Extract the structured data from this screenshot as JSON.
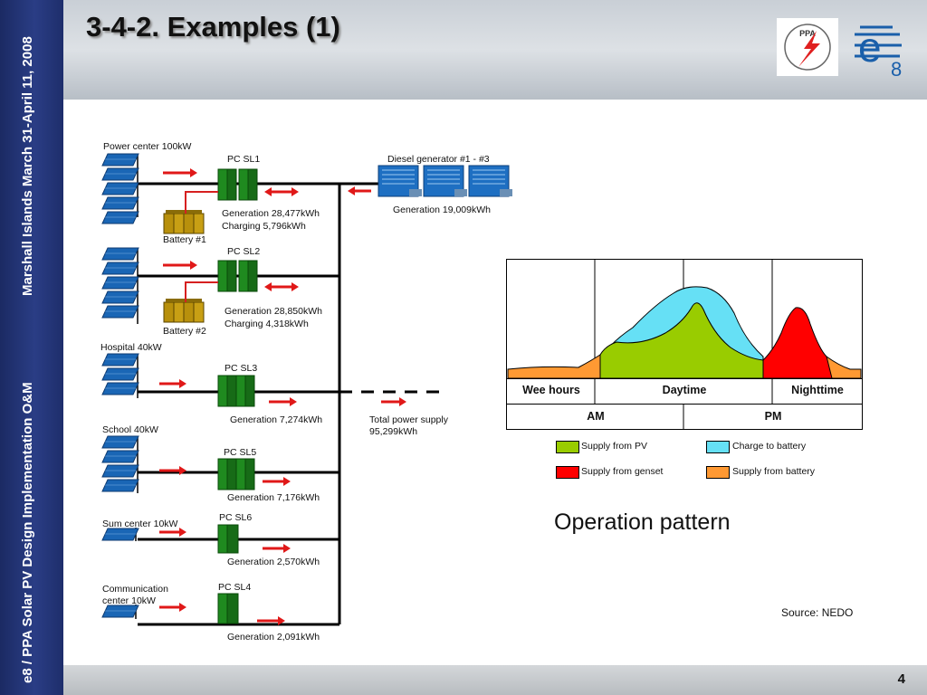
{
  "slide": {
    "title": "3-4-2. Examples (1)",
    "sidebar_top": "Marshall Islands March 31-April 11, 2008",
    "sidebar_bottom": "e8 / PPA Solar PV Design Implementation O&M",
    "page_number": "4",
    "logos": [
      "PPA",
      "e8"
    ]
  },
  "diagram": {
    "sites": [
      {
        "name": "Power center 100kW",
        "pc": "PC SL1",
        "generation": "Generation 28,477kWh",
        "charging": "Charging 5,796kWh",
        "battery": "Battery #1"
      },
      {
        "name": "",
        "pc": "PC SL2",
        "generation": "Generation 28,850kWh",
        "charging": "Charging 4,318kWh",
        "battery": "Battery #2"
      },
      {
        "name": "Hospital 40kW",
        "pc": "PC SL3",
        "generation": "Generation 7,274kWh"
      },
      {
        "name": "School 40kW",
        "pc": "PC SL5",
        "generation": "Generation 7,176kWh"
      },
      {
        "name": "Sum center 10kW",
        "pc": "PC SL6",
        "generation": "Generation 2,570kWh"
      },
      {
        "name": "Communication center 10kW",
        "pc": "PC SL4",
        "generation": "Generation 2,091kWh"
      }
    ],
    "diesel": {
      "label": "Diesel generator #1 - #3",
      "generation": "Generation 19,009kWh"
    },
    "total": {
      "line1": "Total power supply",
      "line2": "95,299kWh"
    }
  },
  "operation": {
    "title": "Operation pattern",
    "periods": [
      "Wee hours",
      "Daytime",
      "Nighttime"
    ],
    "halves": [
      "AM",
      "PM"
    ],
    "legend": [
      {
        "label": "Supply from PV",
        "color": "#99cc00"
      },
      {
        "label": "Charge to battery",
        "color": "#66e0f5"
      },
      {
        "label": "Supply from genset",
        "color": "#ff0000"
      },
      {
        "label": "Supply from battery",
        "color": "#ff9933"
      }
    ],
    "source": "Source: NEDO"
  }
}
